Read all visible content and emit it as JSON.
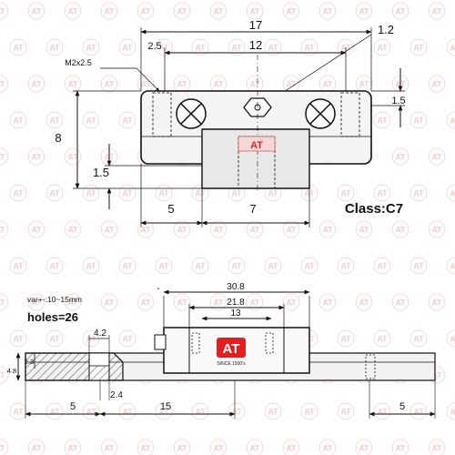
{
  "watermark": {
    "text": "AT",
    "color": "#e57373"
  },
  "brand": {
    "logo_text": "AT",
    "tagline": "SINCE 1500's",
    "color": "#e02020"
  },
  "top_view": {
    "dim_17": "17",
    "dim_12": "12",
    "dim_2_5": "2.5",
    "dim_1_2": "1.2",
    "thread_label": "M2x2.5",
    "dim_1_5_right": "1.5",
    "dim_8": "8",
    "dim_1_5_left": "1.5",
    "dim_5": "5",
    "dim_7": "7",
    "class_label": "Class:C7"
  },
  "side_view": {
    "var_label": "var+-:10~15mm",
    "holes_label": "holes=26",
    "dash": "-",
    "dim_30_8": "30.8",
    "dim_21_8": "21.8",
    "dim_13": "13",
    "dim_4_2": "4.2",
    "dim_2_3": "2.3",
    "dim_4_8": "4.8",
    "dim_2_4": "2.4",
    "dim_5_left": "5",
    "dim_15": "15",
    "dim_5_right": "5"
  }
}
